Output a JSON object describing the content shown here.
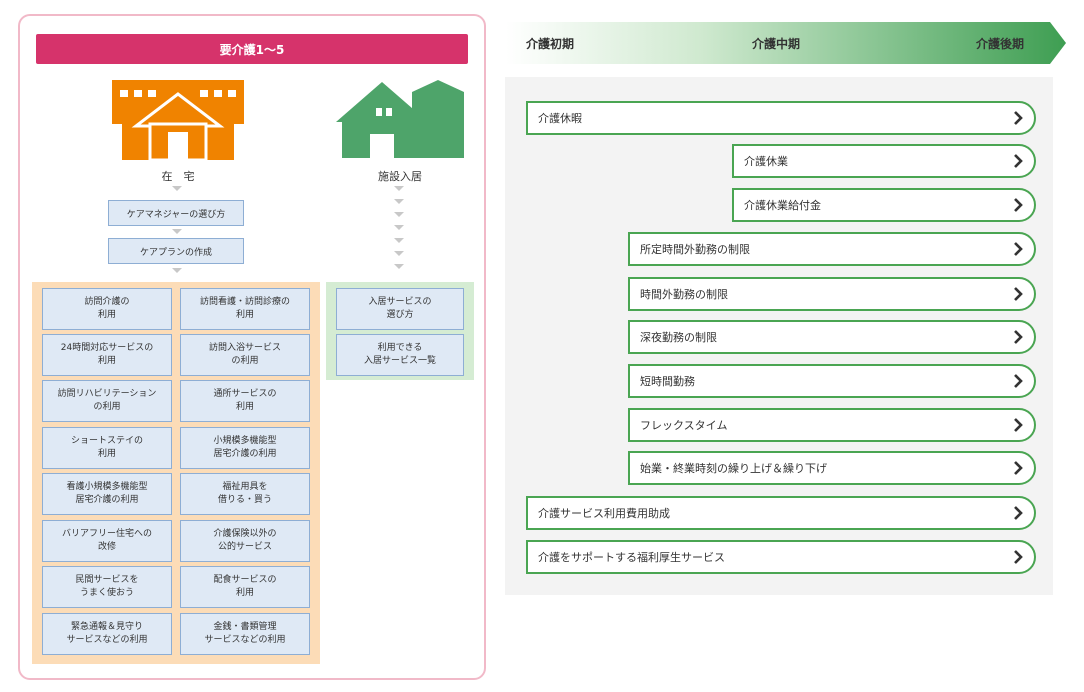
{
  "left": {
    "header": "要介護1～5",
    "home_label": "在　宅",
    "facility_label": "施設入居",
    "home_steps": [
      "ケアマネジャーの選び方",
      "ケアプランの作成"
    ],
    "home_services": [
      "訪問介護の\n利用",
      "訪問看護・訪問診療の\n利用",
      "24時間対応サービスの\n利用",
      "訪問入浴サービス\nの利用",
      "訪問リハビリテーション\nの利用",
      "通所サービスの\n利用",
      "ショートステイの\n利用",
      "小規模多機能型\n居宅介護の利用",
      "看護小規模多機能型\n居宅介護の利用",
      "福祉用具を\n借りる・買う",
      "バリアフリー住宅への\n改修",
      "介護保険以外の\n公的サービス",
      "民間サービスを\nうまく使おう",
      "配食サービスの\n利用",
      "緊急通報＆見守り\nサービスなどの利用",
      "金銭・書類管理\nサービスなどの利用"
    ],
    "facility_services": [
      "入居サービスの\n選び方",
      "利用できる\n入居サービス一覧"
    ],
    "colors": {
      "header": "#d6336b",
      "home_house": "#f08300",
      "facility_house": "#4ea46a",
      "home_zone": "#fcdcb7",
      "facility_zone": "#d5ecd3"
    }
  },
  "timeline": {
    "phases": [
      "介護初期",
      "介護中期",
      "介護後期"
    ]
  },
  "items": [
    "介護休暇",
    "介護休業",
    "介護休業給付金",
    "所定時間外勤務の制限",
    "時間外勤務の制限",
    "深夜勤務の制限",
    "短時間勤務",
    "フレックスタイム",
    "始業・終業時刻の繰り上げ＆繰り下げ",
    "介護サービス利用費用助成",
    "介護をサポートする福利厚生サービス"
  ],
  "accent": "#4aa552"
}
